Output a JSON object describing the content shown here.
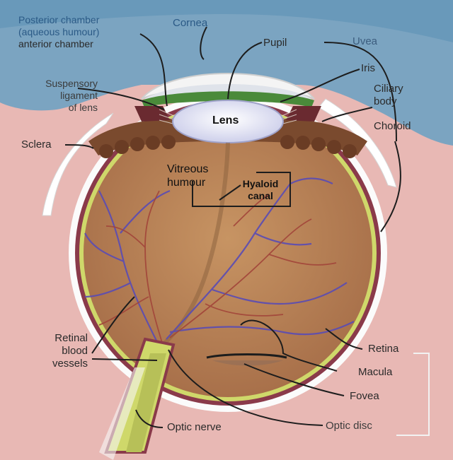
{
  "labels": {
    "anterior_chamber_line1": "Posterior chamber",
    "anterior_chamber_line2": "(aqueous humour)",
    "anterior_chamber_line3": "anterior chamber",
    "cornea": "Cornea",
    "pupil": "Pupil",
    "uvea": "Uvea",
    "iris": "Iris",
    "ciliary_body_line1": "Ciliary",
    "ciliary_body_line2": "body",
    "choroid": "Choroid",
    "suspensory_line1": "Suspensory",
    "suspensory_line2": "ligament",
    "suspensory_line3": "of lens",
    "lens": "Lens",
    "sclera": "Sclera",
    "vitreous_line1": "Vitreous",
    "vitreous_line2": "humour",
    "hyaloid_line1": "Hyaloid",
    "hyaloid_line2": "canal",
    "retinal_vessels_line1": "Retinal",
    "retinal_vessels_line2": "blood",
    "retinal_vessels_line3": "vessels",
    "retina": "Retina",
    "macula": "Macula",
    "fovea": "Fovea",
    "optic_disc": "Optic disc",
    "optic_nerve": "Optic nerve"
  },
  "colors": {
    "background_skin": "#e8b8b4",
    "background_sky": "#6fa2c2",
    "sclera": "#ffffff",
    "choroid": "#8a3a4a",
    "retina": "#cfd86a",
    "vitreous": "#c28a5c",
    "lens": "#eef0ff",
    "vein": "#5a4cb4",
    "artery": "#a2453a",
    "iris": "#4a8a3a"
  }
}
